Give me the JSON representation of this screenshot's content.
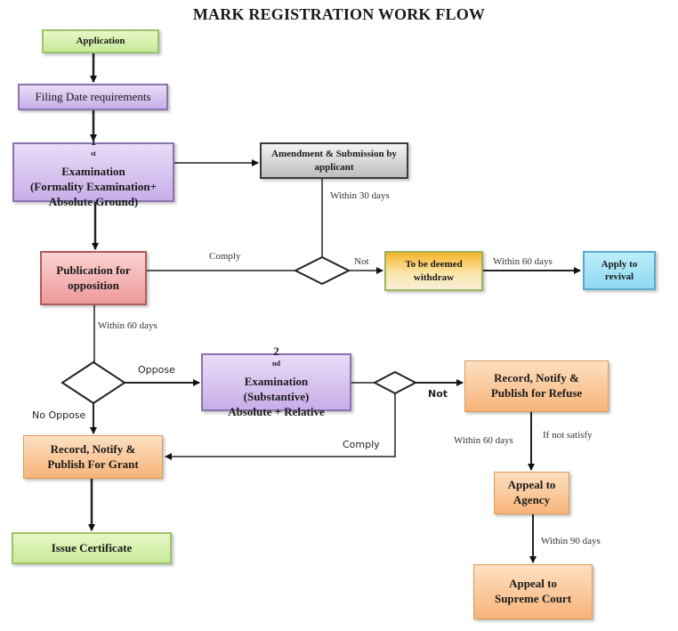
{
  "title": "MARK REGISTRATION WORK FLOW",
  "nodes": {
    "application": "Application",
    "filing": "Filing Date requirements",
    "exam1": {
      "line1_num": "1",
      "line1_sup": "st",
      "line1_rest": " Examination",
      "line2": "(Formality Examination+",
      "line3": "Absolute Ground)"
    },
    "amendment": {
      "line1": "Amendment & Submission by",
      "line2": "applicant"
    },
    "publication": {
      "line1": "Publication for",
      "line2": "opposition"
    },
    "withdraw": {
      "line1": "To be deemed",
      "line2": "withdraw"
    },
    "revival": {
      "line1": "Apply to",
      "line2": "revival"
    },
    "exam2": {
      "line1_num": "2",
      "line1_sup": "nd",
      "line1_rest": " Examination",
      "line2": "(Substantive)",
      "line3": "Absolute + Relative"
    },
    "refuse": {
      "line1": "Record, Notify &",
      "line2": "Publish for Refuse"
    },
    "grant": {
      "line1": "Record, Notify &",
      "line2": "Publish For Grant"
    },
    "certificate": "Issue Certificate",
    "agency": {
      "line1": "Appeal to",
      "line2": "Agency"
    },
    "supreme": {
      "line1": "Appeal to",
      "line2": "Supreme Court"
    }
  },
  "edge_labels": {
    "within30": "Within 30 days",
    "comply1": "Comply",
    "not1": "Not",
    "within60_revival": "Within 60 days",
    "within60_pub": "Within 60 days",
    "oppose": "Oppose",
    "no_oppose": "No Oppose",
    "not2": "Not",
    "comply2": "Comply",
    "within60_refuse": "Within 60 days",
    "if_not_satisfy": "If not satisfy",
    "within90": "Within 90 days"
  }
}
